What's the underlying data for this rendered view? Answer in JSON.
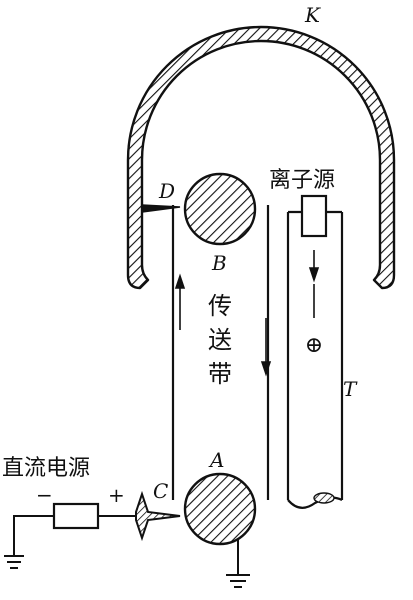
{
  "labels": {
    "K": "K",
    "D": "D",
    "B": "B",
    "A": "A",
    "C": "C",
    "T": "T",
    "ion_source": "离子源",
    "belt": [
      "传",
      "送",
      "带"
    ],
    "dc_source": "直流电源",
    "minus": "−",
    "plus": "+",
    "positive_ion": "⊕"
  }
}
